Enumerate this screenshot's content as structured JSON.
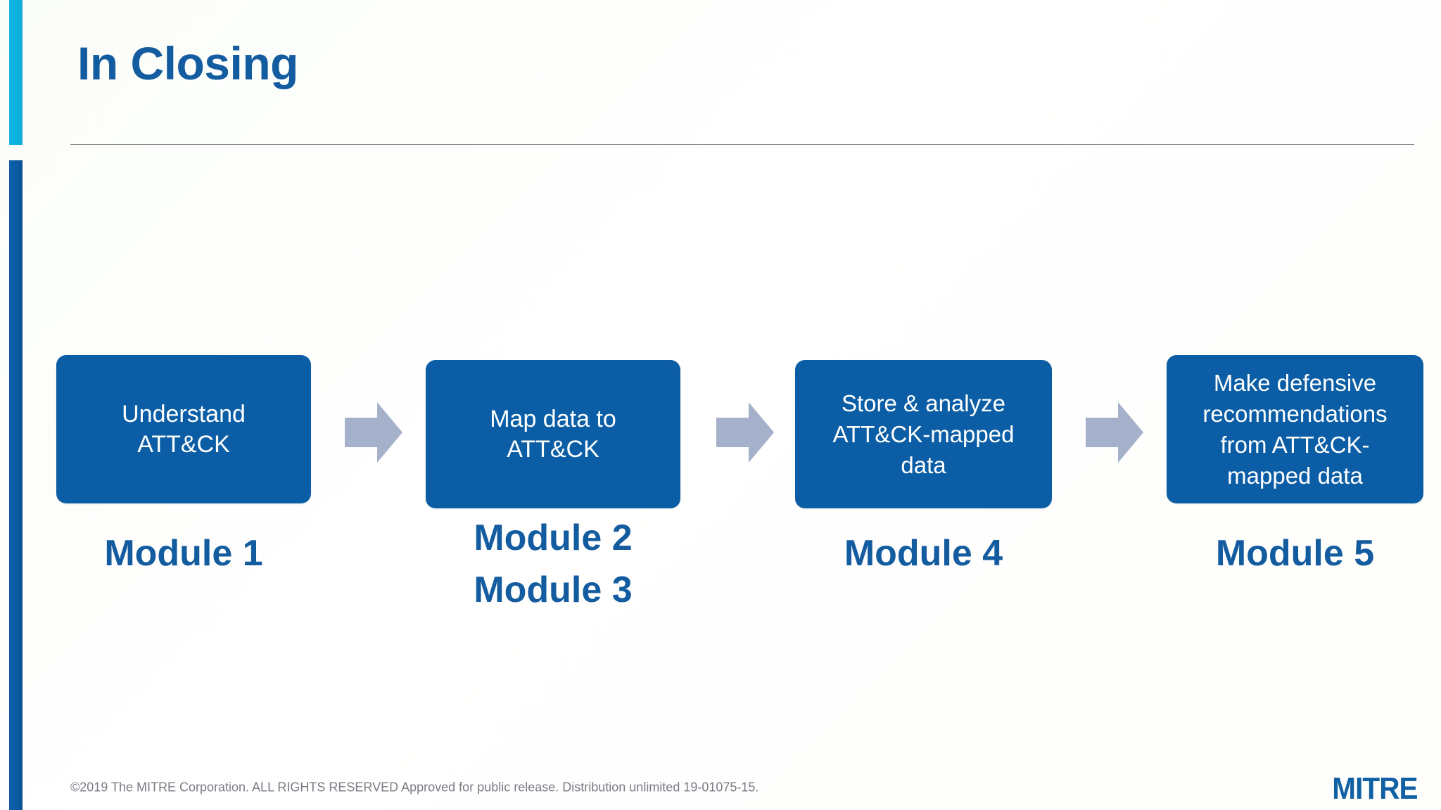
{
  "slide": {
    "title": "In Closing",
    "accent_cyan_color": "#0bb3e0",
    "accent_blue_color": "#0b5ca4",
    "title_color": "#145ca0",
    "divider_color": "#8b8b8b"
  },
  "flow": {
    "node_fill_color": "#0b5ea5",
    "node_text_color": "#ffffff",
    "arrow_color": "#a5b1cb",
    "module_label_color": "#145ca0",
    "nodes": [
      {
        "text": "Understand\nATT&CK",
        "module": "Module 1"
      },
      {
        "text": "Map data to\nATT&CK",
        "module": "Module 2\nModule 3"
      },
      {
        "text": "Store & analyze\nATT&CK-mapped\ndata",
        "module": "Module 4"
      },
      {
        "text": "Make defensive\nrecommendations\nfrom ATT&CK-\nmapped data",
        "module": "Module 5"
      }
    ],
    "arrows": [
      {
        "name": "arrow-1-to-2"
      },
      {
        "name": "arrow-2-to-3"
      },
      {
        "name": "arrow-3-to-4"
      }
    ]
  },
  "footer": {
    "copyright": "©2019 The MITRE Corporation. ALL RIGHTS RESERVED  Approved for public release. Distribution unlimited 19-01075-15.",
    "logo_text": "MITRE",
    "logo_color": "#1160a4",
    "text_color": "#7b7b85"
  }
}
